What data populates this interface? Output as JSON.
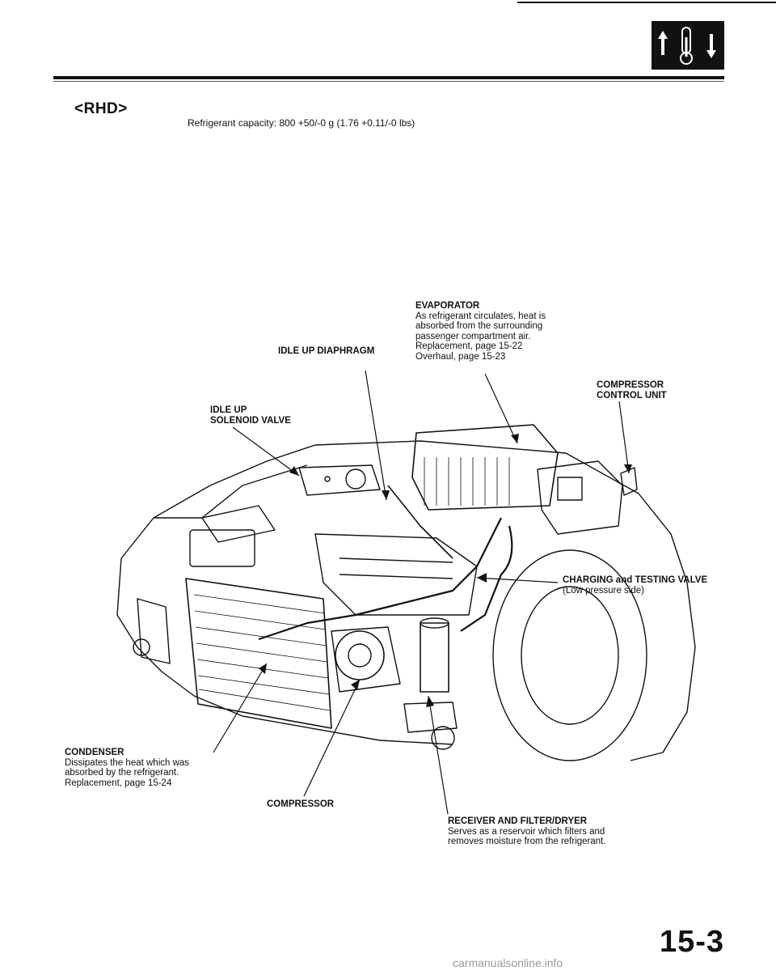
{
  "header": {
    "region": "<RHD>",
    "capacity": "Refrigerant capacity: 800 +50/-0 g (1.76 +0.11/-0 lbs)"
  },
  "callouts": {
    "evaporator": {
      "title": "EVAPORATOR",
      "lines": [
        "As refrigerant circulates, heat is",
        "absorbed from the surrounding",
        "passenger compartment air.",
        "Replacement, page 15-22",
        "Overhaul, page 15-23"
      ]
    },
    "idle_up_diaphragm": {
      "title": "IDLE UP DIAPHRAGM"
    },
    "compressor_control_unit": {
      "title_1": "COMPRESSOR",
      "title_2": "CONTROL UNIT"
    },
    "idle_up_solenoid_valve": {
      "title_1": "IDLE UP",
      "title_2": "SOLENOID VALVE"
    },
    "charging_valve": {
      "title": "CHARGING and TESTING VALVE",
      "note": "(Low pressure side)"
    },
    "condenser": {
      "title": "CONDENSER",
      "lines": [
        "Dissipates the heat which was",
        "absorbed by the refrigerant.",
        "Replacement, page 15-24"
      ]
    },
    "compressor": {
      "title": "COMPRESSOR"
    },
    "receiver": {
      "title": "RECEIVER AND FILTER/DRYER",
      "lines": [
        "Serves as a reservoir which filters and",
        "removes moisture from the refrigerant."
      ]
    }
  },
  "footer": {
    "page_number": "15-3",
    "watermark": "carmanualsonline.info"
  }
}
